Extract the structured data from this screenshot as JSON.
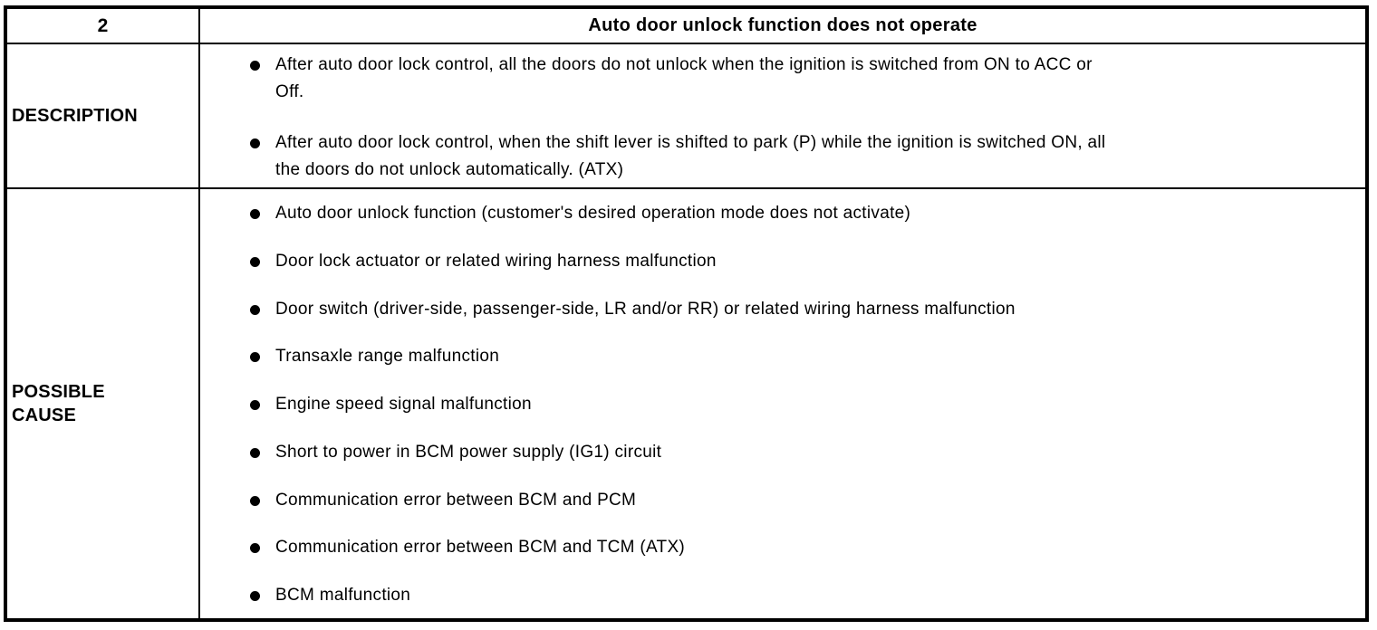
{
  "table": {
    "header": {
      "number": "2",
      "title": "Auto door unlock function does not operate"
    },
    "description": {
      "label": "DESCRIPTION",
      "bullets": [
        "After auto door lock control, all the doors do not unlock when the ignition is switched from ON to ACC or\nOff.",
        "After auto door lock control, when the shift lever is shifted to park (P) while the ignition is switched ON, all\nthe doors do not unlock automatically. (ATX)"
      ]
    },
    "possible_cause": {
      "label": "POSSIBLE\nCAUSE",
      "bullets": [
        "Auto door unlock function (customer's desired operation mode does not activate)",
        "Door lock actuator or related wiring harness malfunction",
        "Door switch (driver-side, passenger-side, LR and/or RR) or related wiring harness malfunction",
        "Transaxle range malfunction",
        "Engine speed signal malfunction",
        "Short to power in BCM power supply (IG1) circuit",
        "Communication error between BCM and PCM",
        "Communication error between BCM and TCM (ATX)",
        "BCM malfunction"
      ]
    }
  },
  "colors": {
    "border": "#000000",
    "background": "#ffffff",
    "text": "#000000"
  }
}
